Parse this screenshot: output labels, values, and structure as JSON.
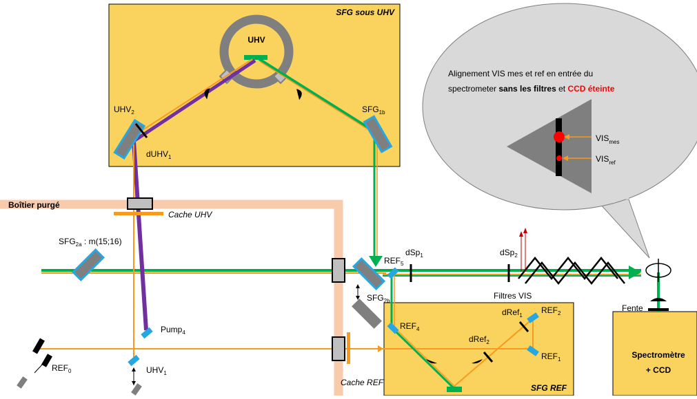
{
  "boxes": {
    "uhv_title": "SFG sous UHV",
    "ref_title": "SFG REF",
    "purged": "Boîtier purgé",
    "spectro_line1": "Spectromètre",
    "spectro_line2": "+ CCD"
  },
  "chamber": {
    "label": "UHV"
  },
  "labels": {
    "uhv2": "UHV",
    "uhv2_sub": "2",
    "duhv1": "dUHV",
    "duhv1_sub": "1",
    "sfg1b": "SFG",
    "sfg1b_sub": "1b",
    "cache_uhv": "Cache UHV",
    "sfg2a": "SFG",
    "sfg2a_sub": "2a",
    "sfg2a_tail": " : m(15;16)",
    "ref5": "REF",
    "ref5_sub": "5",
    "dsp1": "dSp",
    "dsp1_sub": "1",
    "dsp2": "dSp",
    "dsp2_sub": "2",
    "sfg2b": "SFG",
    "sfg2b_sub": "2b",
    "filtres": "Filtres VIS",
    "pump4": "Pump",
    "pump4_sub": "4",
    "ref4": "REF",
    "ref4_sub": "4",
    "dref1": "dRef",
    "dref1_sub": "1",
    "ref2": "REF",
    "ref2_sub": "2",
    "dref2": "dRef",
    "dref2_sub": "2",
    "ref1": "REF",
    "ref1_sub": "1",
    "ref0": "REF",
    "ref0_sub": "0",
    "uhv1": "UHV",
    "uhv1_sub": "1",
    "cache_ref": "Cache REF",
    "fente": "Fente"
  },
  "bubble": {
    "line1": "Alignement VIS mes et ref en entrée du",
    "line2_a": "spectrometer ",
    "line2_b": "sans les filtres",
    "line2_c": " et ",
    "line2_d": "CCD éteinte",
    "vis_mes": "VIS",
    "vis_mes_sub": "mes",
    "vis_ref": "VIS",
    "vis_ref_sub": "ref"
  },
  "colors": {
    "box_fill": "#FAD35E",
    "purge": "#F8CBAD",
    "green": "#00B050",
    "orange": "#F79A1E",
    "purple": "#7030A0",
    "mirror": "#7F7F7F",
    "mirror_edge": "#27A7E0",
    "accent_red": "#FF0000"
  }
}
